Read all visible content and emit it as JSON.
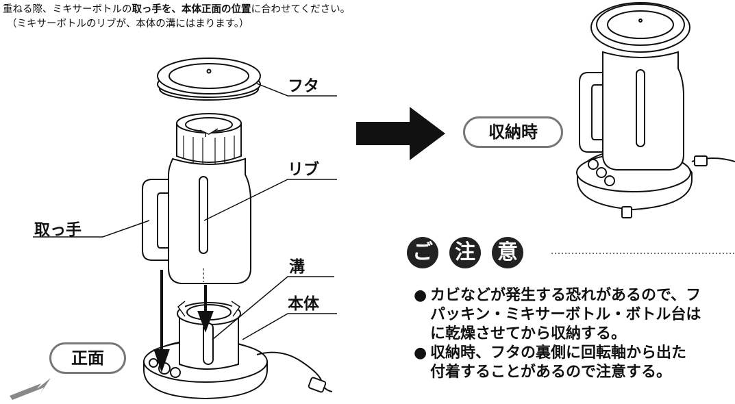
{
  "intro": {
    "line1_a": "重ねる際、ミキサーボトルの",
    "line1_b": "取っ手を、本体正面の位置",
    "line1_c": "に合わせてください。",
    "line2": "（ミキサーボトルのリブが、本体の溝にはまります。）"
  },
  "labels": {
    "lid": "フタ",
    "rib": "リブ",
    "handle": "取っ手",
    "groove": "溝",
    "body": "本体",
    "front": "正面",
    "storage": "収納時"
  },
  "caution": {
    "chars": [
      "ご",
      "注",
      "意"
    ],
    "bullet": "●",
    "items": [
      [
        "カビなどが発生する恐れがあるので、フ",
        "パッキン・ミキサーボトル・ボトル台は",
        "に乾燥させてから収納する。"
      ],
      [
        "収納時、フタの裏側に回転軸から出た",
        "付着することがあるので注意する。"
      ]
    ]
  }
}
